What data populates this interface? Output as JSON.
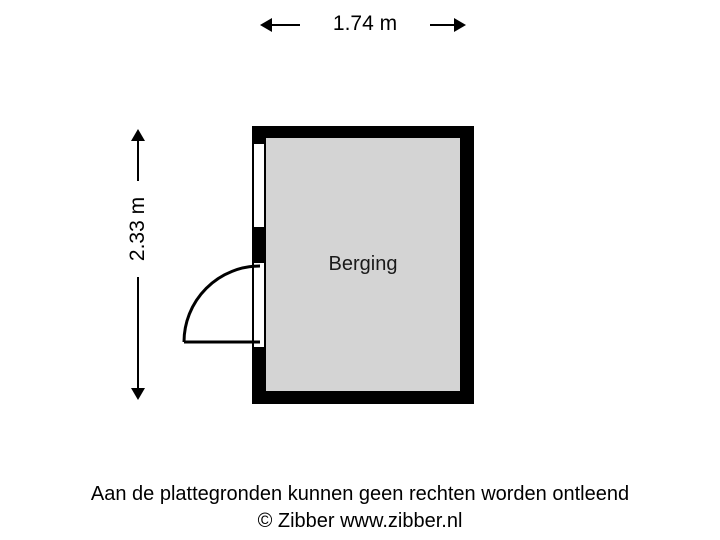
{
  "plan": {
    "room_label": "Berging",
    "dimensions": {
      "width_label": "1.74 m",
      "height_label": "2.33 m"
    },
    "colors": {
      "wall": "#000000",
      "floor": "#d4d4d4",
      "background": "#ffffff",
      "text": "#000000"
    }
  },
  "footer": {
    "disclaimer": "Aan de plattegronden kunnen geen rechten worden ontleend",
    "copyright": "© Zibber www.zibber.nl"
  }
}
